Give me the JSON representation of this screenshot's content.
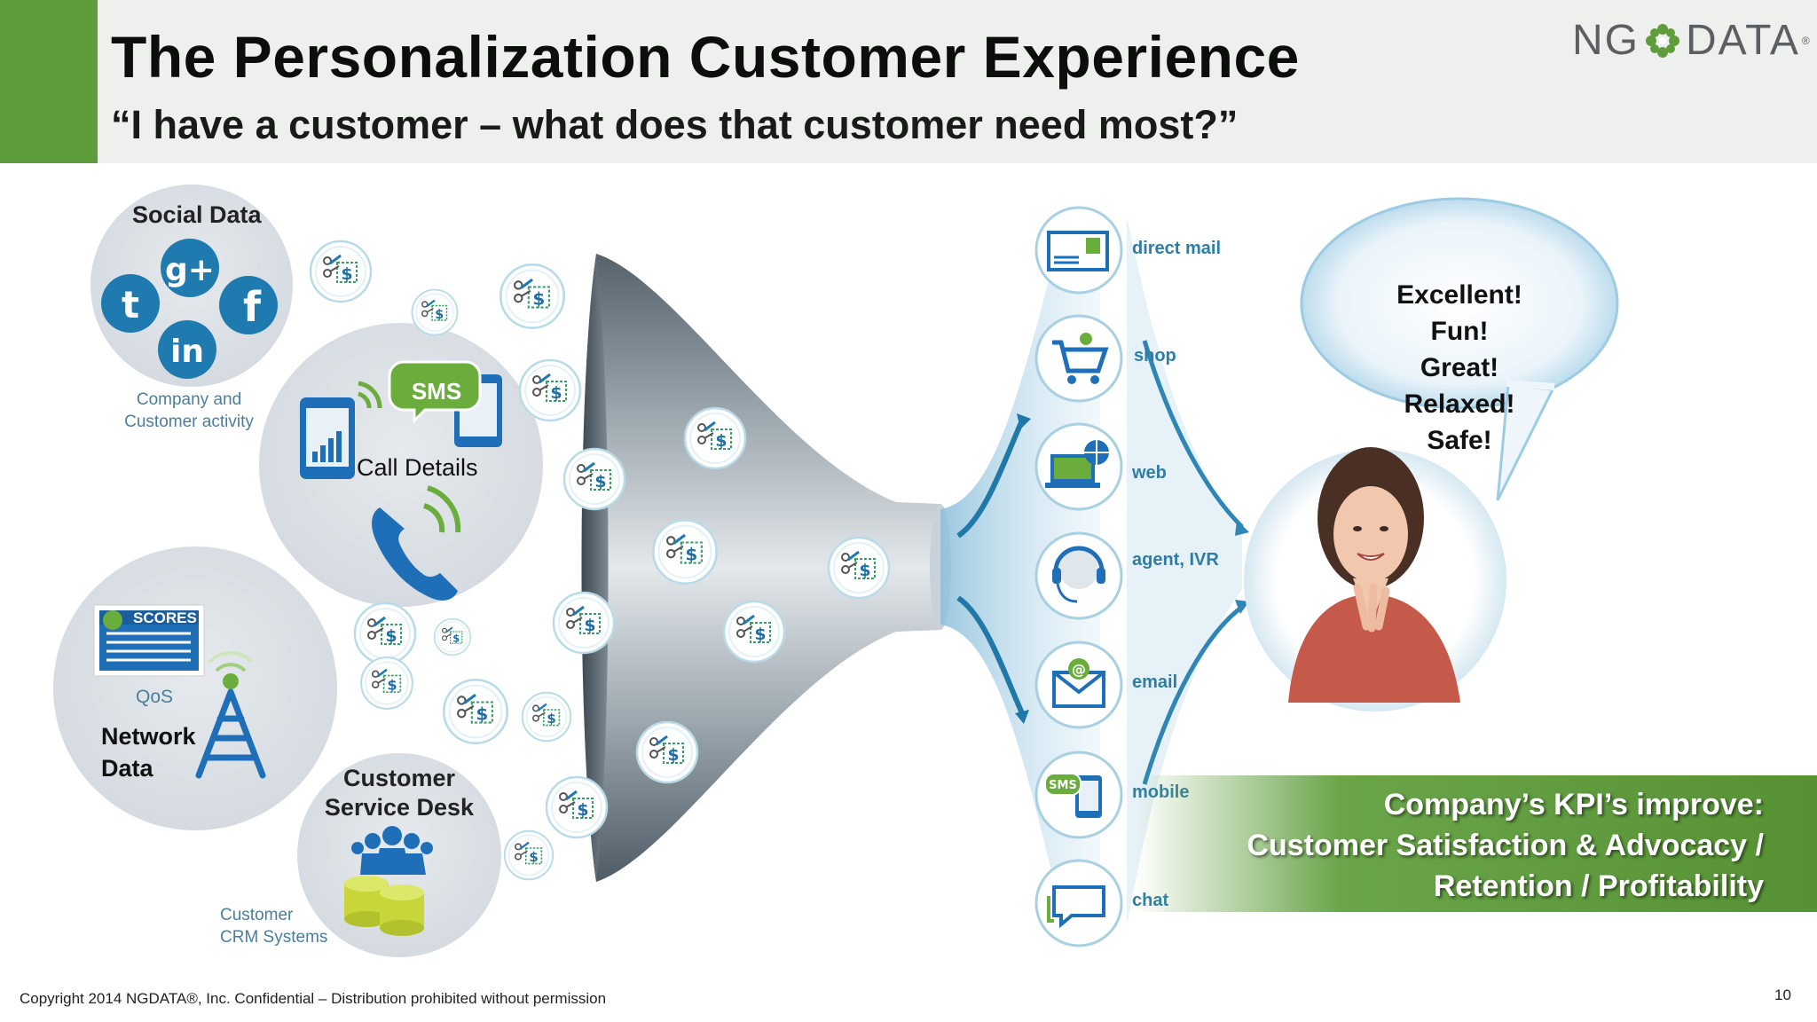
{
  "header": {
    "title": "The Personalization Customer Experience",
    "subtitle": "“I have a customer – what does that customer need most?”",
    "logo_left": "NG",
    "logo_right": "DATA",
    "logo_reg": "®",
    "accent_color": "#5e9c3c"
  },
  "sources": {
    "social_title": "Social Data",
    "social_caption_1": "Company and",
    "social_caption_2": "Customer activity",
    "sms_label": "SMS",
    "call_details": "Call Details",
    "scores_label": "SCORES",
    "qos_label": "QoS",
    "network_line_1": "Network",
    "network_line_2": "Data",
    "service_line_1": "Customer",
    "service_line_2": "Service Desk",
    "crm_line_1": "Customer",
    "crm_line_2": "CRM Systems"
  },
  "channels": [
    {
      "label": "direct mail",
      "icon": "postcard-icon"
    },
    {
      "label": "shop",
      "icon": "shopping-cart-icon"
    },
    {
      "label": "web",
      "icon": "laptop-globe-icon"
    },
    {
      "label": "agent, IVR",
      "icon": "headset-agent-icon"
    },
    {
      "label": "email",
      "icon": "email-icon"
    },
    {
      "label": "mobile",
      "icon": "mobile-sms-icon"
    },
    {
      "label": "chat",
      "icon": "chat-bubble-icon"
    }
  ],
  "reactions": [
    "Excellent!",
    "Fun!",
    "Great!",
    "Relaxed!",
    "Safe!"
  ],
  "kpi": {
    "line_1": "Company’s KPI’s improve:",
    "line_2": "Customer Satisfaction & Advocacy /",
    "line_3": "Retention / Profitability"
  },
  "footer": {
    "copyright": "Copyright 2014 NGDATA®, Inc.  Confidential – Distribution prohibited without permission",
    "page_number": "10"
  },
  "colors": {
    "channel_text": "#2f7da5",
    "kpi_band": "#569234",
    "circle_fill": "#dce1e6"
  }
}
